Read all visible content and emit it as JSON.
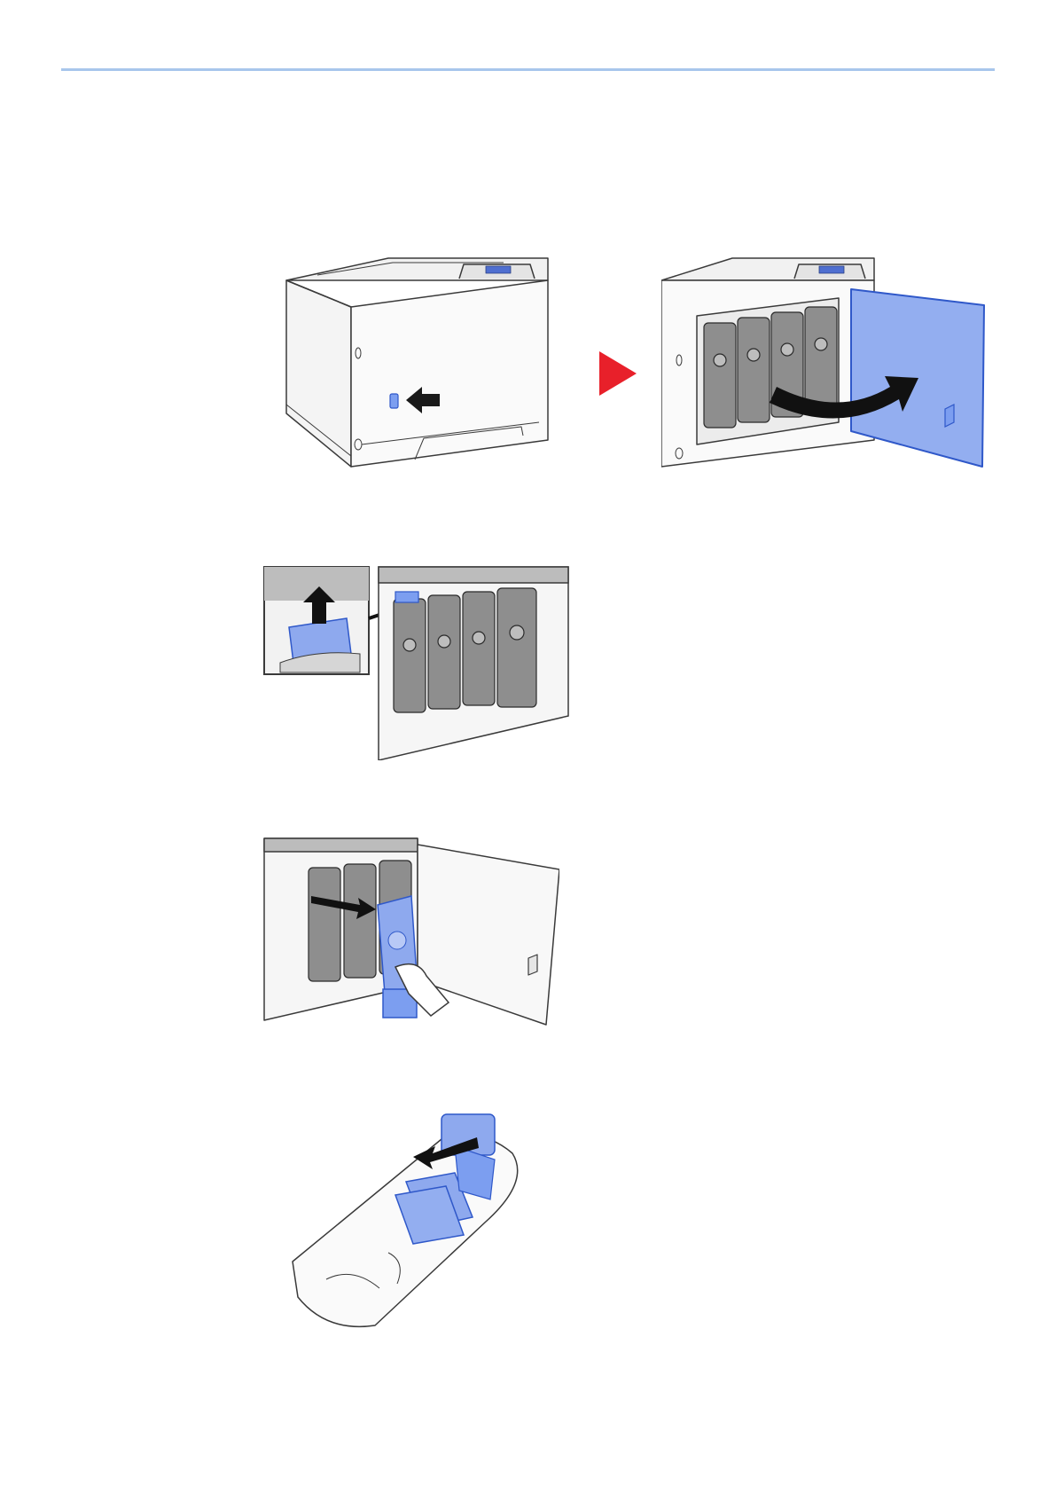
{
  "colors": {
    "rule": "#a8c6ec",
    "accent_blue": "#7c9ef0",
    "accent_blue_dark": "#2f58c9",
    "step_arrow_red": "#e8202a",
    "line": "#3a3a3a",
    "panel": "#efefef"
  },
  "figures": [
    {
      "id": "step1-press-release-button",
      "icons": [
        "printer-icon",
        "release-button-icon",
        "push-arrow-icon"
      ]
    },
    {
      "id": "step1-open-front-cover",
      "icons": [
        "printer-open-icon",
        "front-cover-icon",
        "swing-arrow-icon"
      ]
    },
    {
      "id": "step2-unlock-lever",
      "icons": [
        "detail-inset-icon",
        "up-arrow-icon",
        "lock-lever-icon"
      ]
    },
    {
      "id": "step3-remove-container",
      "icons": [
        "toner-container-icon",
        "hand-icon",
        "pull-arrow-icon"
      ]
    },
    {
      "id": "step4-bag-container",
      "icons": [
        "plastic-bag-icon",
        "toner-container-icon",
        "insert-arrow-icon"
      ]
    }
  ]
}
